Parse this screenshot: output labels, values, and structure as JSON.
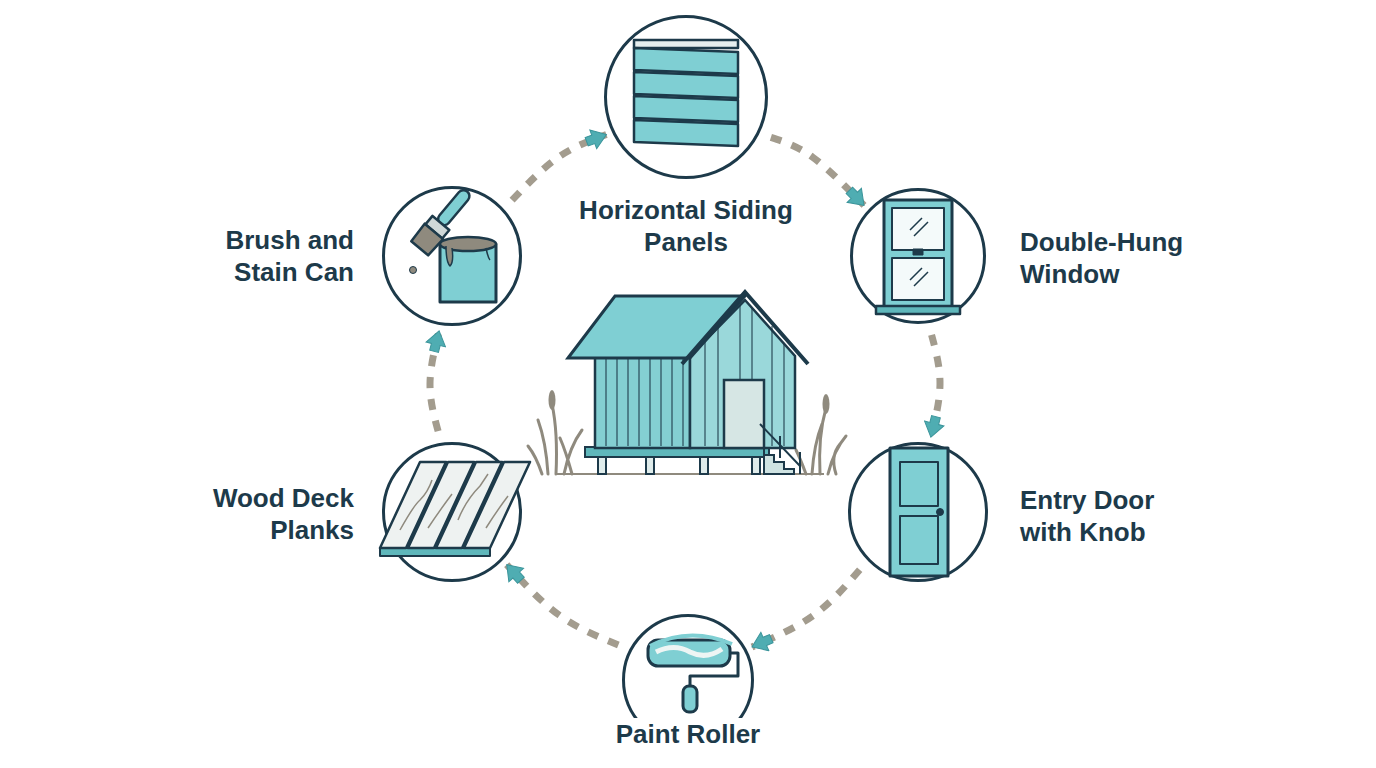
{
  "diagram": {
    "nodes": [
      {
        "text": [
          "Horizontal Siding Panels"
        ]
      },
      {
        "text": [
          "Double-Hung Window"
        ]
      },
      {
        "text": [
          "Entry Door with Knob"
        ]
      },
      {
        "text": [
          "Paint Roller"
        ]
      },
      {
        "text": [
          "Wood Deck Planks"
        ]
      },
      {
        "text": [
          "Brush and Stain Can"
        ]
      }
    ],
    "edges": [
      {
        "from": 0,
        "to": 1,
        "arrow": "to"
      },
      {
        "from": 1,
        "to": 2,
        "arrow": "to"
      },
      {
        "from": 2,
        "to": 3,
        "arrow": "to"
      },
      {
        "from": 3,
        "to": 4,
        "arrow": "to"
      },
      {
        "from": 4,
        "to": 5,
        "arrow": "to"
      },
      {
        "from": 5,
        "to": 0,
        "arrow": "to"
      }
    ]
  }
}
